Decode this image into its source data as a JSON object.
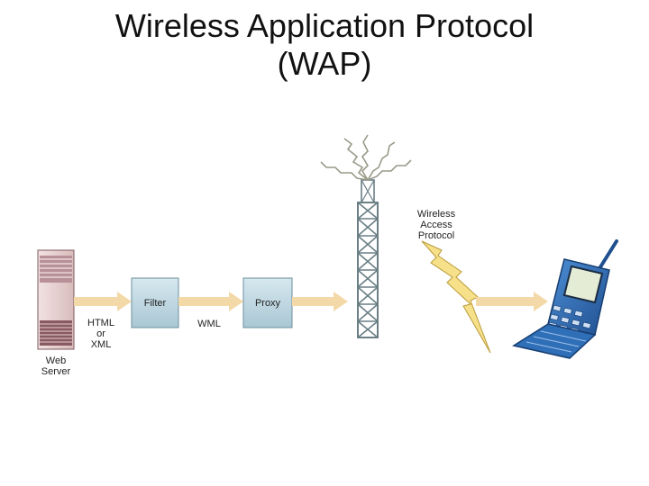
{
  "title": {
    "line1": "Wireless Application Protocol",
    "line2": "(WAP)"
  },
  "diagram": {
    "server_label_line1": "Web",
    "server_label_line2": "Server",
    "html_label_line1": "HTML",
    "html_label_line2": "or",
    "html_label_line3": "XML",
    "filter_label": "Filter",
    "wml_label": "WML",
    "proxy_label": "Proxy",
    "wap_label_line1": "Wireless",
    "wap_label_line2": "Access",
    "wap_label_line3": "Protocol"
  },
  "colors": {
    "arrow": "#f4d9a8",
    "box_fill": "#bcd6e2",
    "box_stroke": "#6d8f9e",
    "server_body": "#e7d2d2",
    "server_accent": "#8a5a62",
    "tower": "#6a7f86",
    "bolt": "#f6e08a",
    "phone": "#2f6fb8"
  }
}
